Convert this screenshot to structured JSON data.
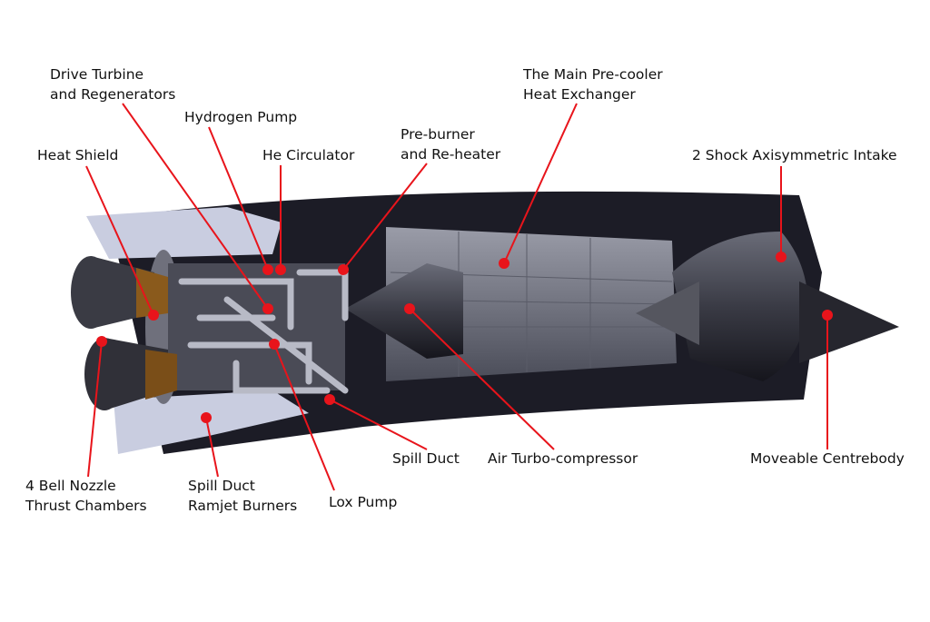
{
  "title": "SABRE engine cutaway",
  "colors": {
    "leader": "#e8141b",
    "casing": "#1c1c26",
    "panel": "#c9cde0",
    "metal": "#8a8c98"
  },
  "labels": {
    "drive_turbine": [
      "Drive Turbine",
      "and Regenerators"
    ],
    "hydrogen_pump": [
      "Hydrogen Pump"
    ],
    "he_circulator": [
      "He Circulator"
    ],
    "heat_shield": [
      "Heat Shield"
    ],
    "pre_burner": [
      "Pre-burner",
      "and Re-heater"
    ],
    "precooler": [
      "The Main Pre-cooler",
      "Heat Exchanger"
    ],
    "intake": [
      "2 Shock Axisymmetric Intake"
    ],
    "centrebody": [
      "Moveable Centrebody"
    ],
    "turbo_compressor": [
      "Air Turbo-compressor"
    ],
    "spill_duct": [
      "Spill Duct"
    ],
    "lox_pump": [
      "Lox Pump"
    ],
    "ramjet": [
      "Spill Duct",
      "Ramjet Burners"
    ],
    "nozzles": [
      "4 Bell Nozzle",
      "Thrust Chambers"
    ]
  }
}
